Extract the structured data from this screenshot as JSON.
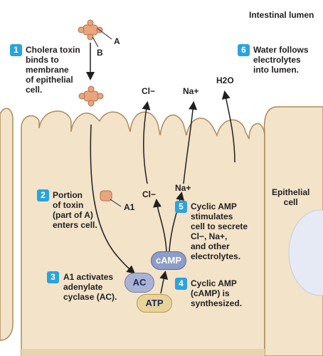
{
  "colors": {
    "cell_fill": "#f2e3c9",
    "cell_edge": "#b08a5a",
    "badge": "#2ba3dd",
    "toxin": "#e8a57e",
    "ac": "#a9b3d6",
    "camp": "#8e9cc9",
    "atp": "#e8d39a",
    "nucleus": "#e6eaf4"
  },
  "labels": {
    "lumen": "Intestinal lumen",
    "toxin_a": "A",
    "toxin_b": "B",
    "a1": "A1",
    "cl_top": "Cl−",
    "na_top": "Na+",
    "h2o": "H2O",
    "cl_mid": "Cl−",
    "na_mid": "Na+",
    "epithelial_cell": "Epithelial\ncell",
    "ac": "AC",
    "camp": "cAMP",
    "atp": "ATP"
  },
  "steps": [
    {
      "num": "1",
      "text": "Cholera toxin\nbinds to\nmembrane\nof epithelial\ncell."
    },
    {
      "num": "2",
      "text": "Portion\nof toxin\n(part of A)\nenters cell."
    },
    {
      "num": "3",
      "text": "A1 activates\nadenylate\ncyclase (AC)."
    },
    {
      "num": "4",
      "text": "Cyclic AMP\n(cAMP) is\nsynthesized."
    },
    {
      "num": "5",
      "text": "Cyclic AMP\nstimulates\ncell to secrete\nCl−, Na+,\nand other\nelectrolytes."
    },
    {
      "num": "6",
      "text": "Water follows\nelectrolytes\ninto lumen."
    }
  ]
}
